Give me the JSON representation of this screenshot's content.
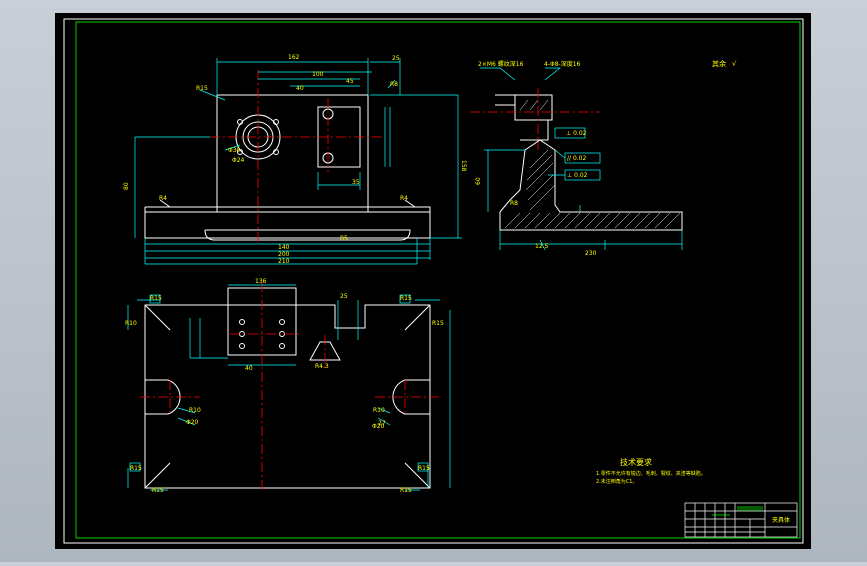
{
  "colors": {
    "app_background": "#b8c0ca",
    "canvas": "#000000",
    "frame": "#ffffff",
    "geometry": "#ffffff",
    "dimension": "#00ffff",
    "centerline": "#ff0000",
    "section_hatch": "#ffffff",
    "label": "#ffff00",
    "title_block_accent": "#00ff00"
  },
  "labels": {
    "roughness_note": "其余",
    "tech_title": "技术要求",
    "tech_line_1": "1.零件不允许有锐边、毛刺、裂纹、夹渣等缺陷。",
    "tech_line_2": "2.未注倒角为C1。",
    "title_block_name": "夹具体"
  },
  "dimensions": {
    "front_top_width": "162",
    "front_height": "158",
    "front_width_1": "140",
    "front_width_2": "200",
    "front_width_3": "210",
    "side_length": "230",
    "plan_width": "136"
  }
}
